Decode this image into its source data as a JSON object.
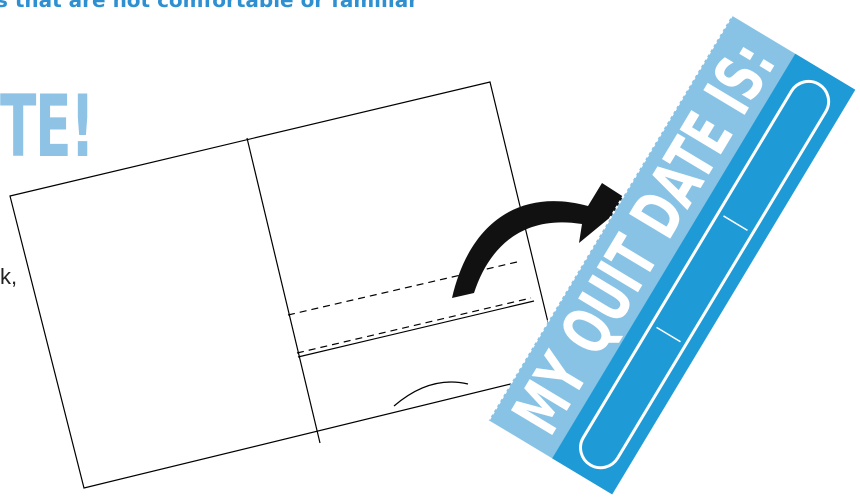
{
  "intro_text": "s that are not comfortable or familiar",
  "heading_fragment": "TE!",
  "body_fragment": "k,",
  "quit_card": {
    "label": "MY QUIT DATE IS:",
    "colors": {
      "dark": "#1e9ad6",
      "light": "#88c3e6",
      "perforation": "#ffffff"
    }
  },
  "colors": {
    "heading": "#8ec3e6",
    "intro": "#2e8fd1",
    "arrow": "#111111",
    "outline": "#000000"
  }
}
